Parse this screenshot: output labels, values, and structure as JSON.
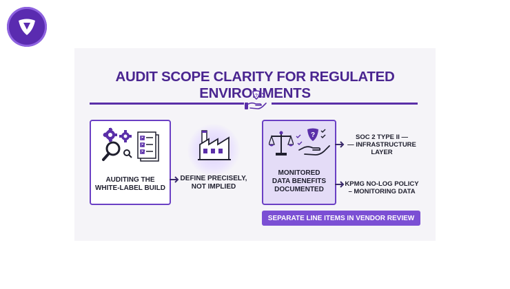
{
  "title": "AUDIT SCOPE CLARITY FOR REGULATED ENVIRONMENTS",
  "steps": [
    {
      "label_line1": "AUDITING THE",
      "label_line2": "WHITE-LABEL BUILD"
    },
    {
      "label_line1": "DEFINE PRECISELY,",
      "label_line2": "NOT IMPLIED"
    },
    {
      "label_line1": "MONITORED",
      "label_line2": "DATA BENEFITS",
      "label_line3": "DOCUMENTED"
    }
  ],
  "outcomes": [
    {
      "line1": "SOC 2 TYPE II —",
      "line2": "— INFRASTRUCTURE",
      "line3": "LAYER"
    },
    {
      "line1": "KPMG NO-LOG POLICY",
      "line2": "– MONITORING DATA"
    }
  ],
  "badge": "SEPARATE LINE ITEMS IN VENDOR REVIEW",
  "colors": {
    "brand": "#5a2bb0",
    "accent": "#7b4fd4",
    "title": "#4a2590",
    "text": "#1f1f2e"
  },
  "icons": [
    "shield-logo-icon",
    "shield-hand-icon",
    "gears-magnifier-icon",
    "checklist-icon",
    "factory-icon",
    "scales-icon",
    "shield-check-hand-icon",
    "arrow-right-icon"
  ]
}
